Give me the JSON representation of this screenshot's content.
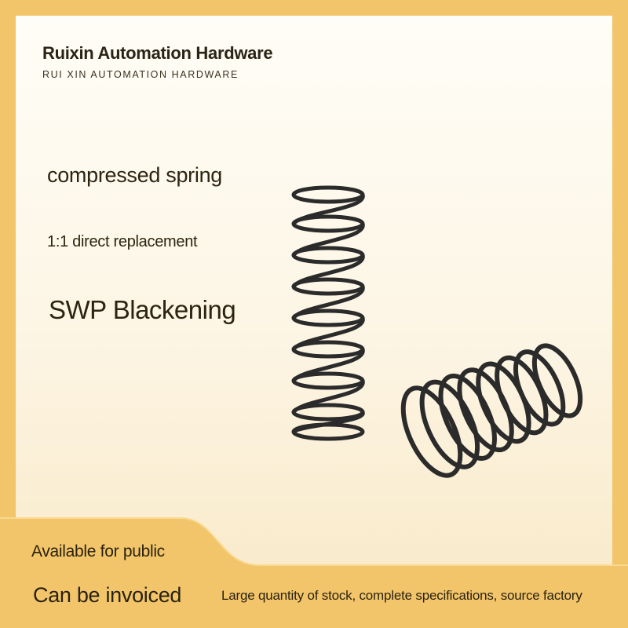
{
  "brand": {
    "name": "Ruixin Automation Hardware",
    "name_caps": "RUI XIN AUTOMATION HARDWARE"
  },
  "headlines": {
    "product": "compressed spring",
    "replacement": "1:1 direct replacement",
    "finish": "SWP Blackening"
  },
  "footer": {
    "public": "Available for public",
    "invoice": "Can be invoiced",
    "stock": "Large quantity of stock, complete specifications, source factory"
  },
  "colors": {
    "frame": "#f3c56a",
    "text": "#2d2410",
    "spring": "#2b2b2b"
  },
  "icons": [
    "compression-spring-upright-icon",
    "compression-spring-lying-icon"
  ]
}
